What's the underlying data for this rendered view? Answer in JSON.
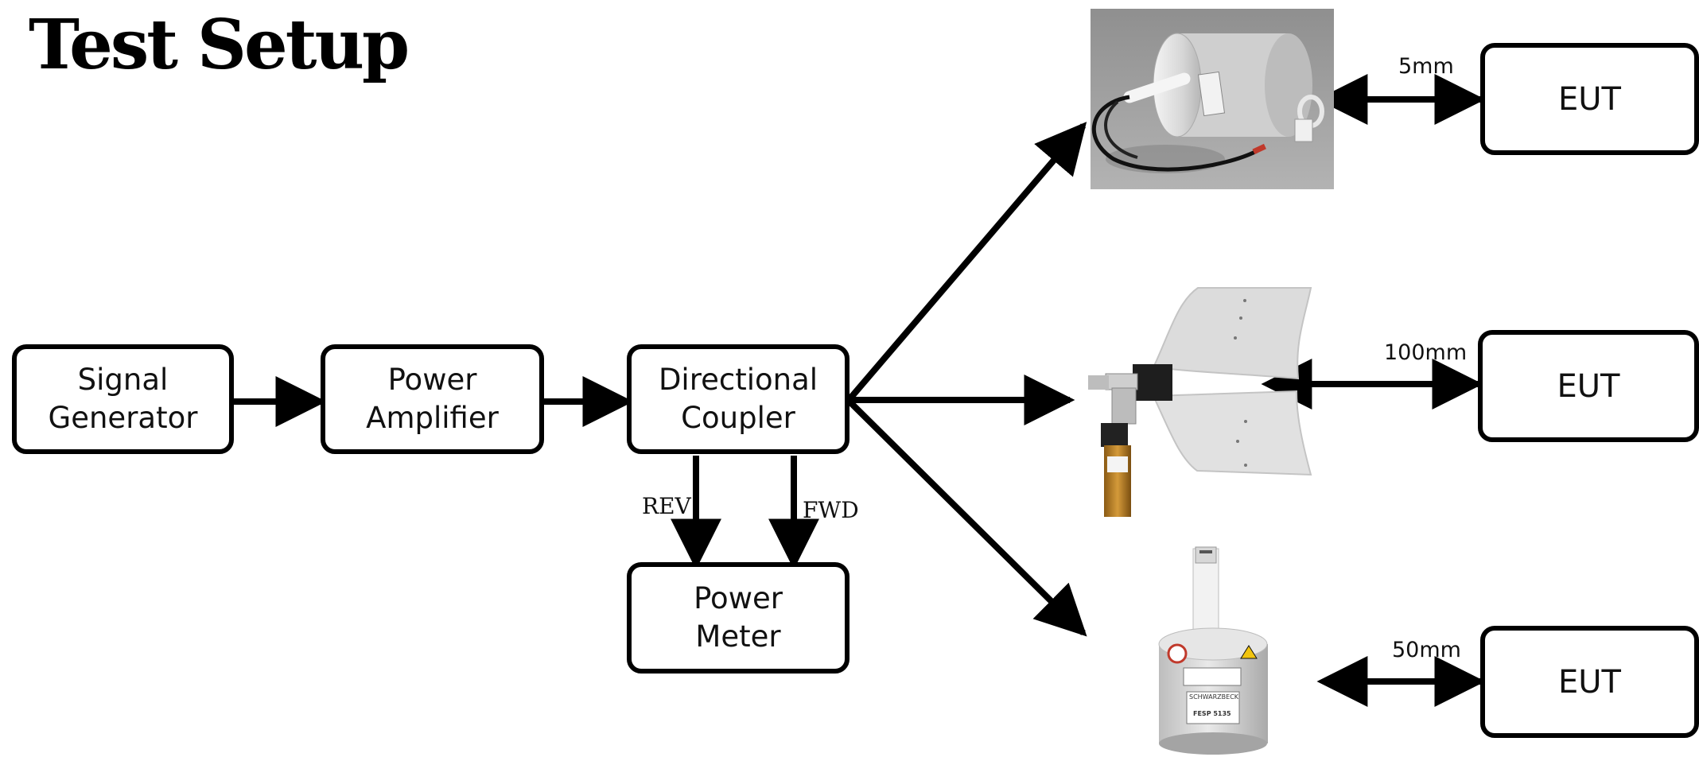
{
  "title": "Test Setup",
  "blocks": {
    "signal_generator": [
      "Signal",
      "Generator"
    ],
    "power_amplifier": [
      "Power",
      "Amplifier"
    ],
    "directional_coupler": [
      "Directional",
      "Coupler"
    ],
    "power_meter": [
      "Power",
      "Meter"
    ]
  },
  "coupler_ports": {
    "rev": "REV",
    "fwd": "FWD"
  },
  "branches": [
    {
      "probe": "loop-probe-image",
      "distance": "5mm",
      "target": "EUT"
    },
    {
      "probe": "bow-tie-antenna-image",
      "distance": "100mm",
      "target": "EUT"
    },
    {
      "probe": "field-probe-image",
      "distance": "50mm",
      "target": "EUT"
    }
  ],
  "probe_labels": {
    "field_probe_line1": "SCHWARZBECK",
    "field_probe_line2": "FESP 5135"
  },
  "colors": {
    "line": "#000000",
    "box_border": "#000000",
    "photo_bg": "#9a9a9a"
  }
}
